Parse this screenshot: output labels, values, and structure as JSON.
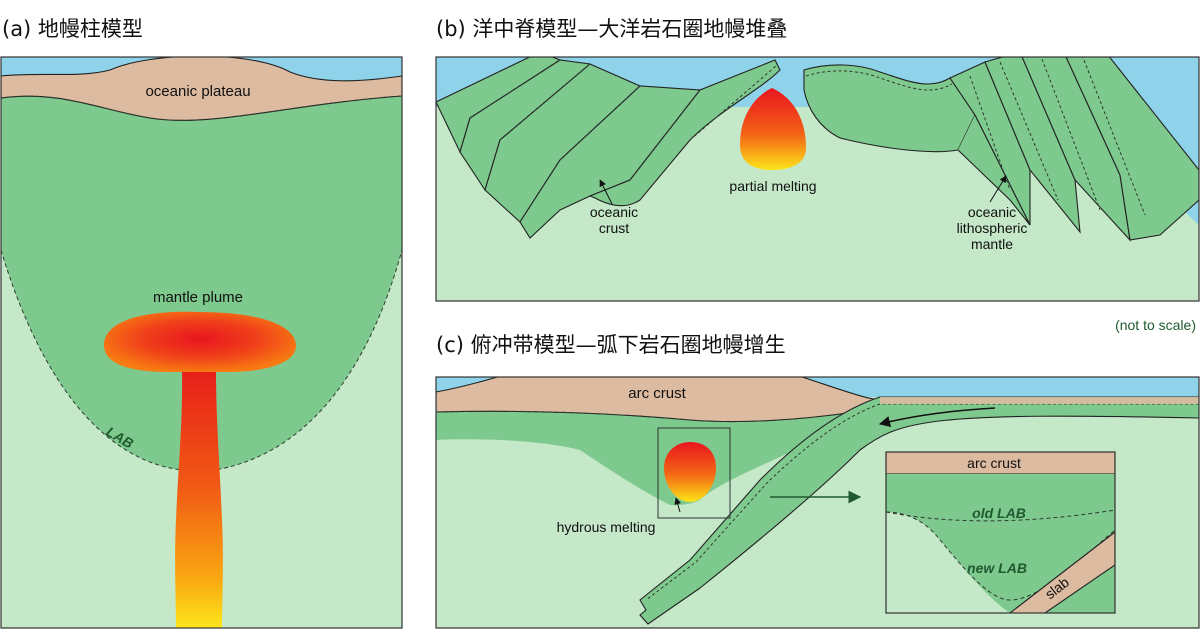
{
  "colors": {
    "ocean": "#8fd3ea",
    "crust": "#dcbba1",
    "lithosphere": "#7ec98d",
    "asthenosphere": "#c4e8c8",
    "lab_text": "#1f5a30",
    "note_text": "#1f5a30"
  },
  "panel_a": {
    "title": "(a) 地幔柱模型",
    "labels": {
      "plateau": "oceanic plateau",
      "plume": "mantle plume",
      "lab": "LAB"
    }
  },
  "panel_b": {
    "title": "(b) 洋中脊模型—大洋岩石圈地幔堆叠",
    "labels": {
      "partial_melting": "partial melting",
      "oceanic_crust": [
        "oceanic",
        "crust"
      ],
      "olm": [
        "oceanic",
        "lithospheric",
        "mantle"
      ]
    }
  },
  "panel_c": {
    "title": "(c) 俯冲带模型—弧下岩石圈地幔增生",
    "labels": {
      "arc_crust": "arc crust",
      "hydrous_melting": "hydrous melting"
    },
    "inset": {
      "arc_crust": "arc crust",
      "old_lab": "old LAB",
      "new_lab": "new LAB",
      "slab": "slab"
    }
  },
  "note": "(not to scale)",
  "icons": [
    "pointer-arrow-icon",
    "flow-arrow-icon",
    "zoom-arrow-icon"
  ]
}
